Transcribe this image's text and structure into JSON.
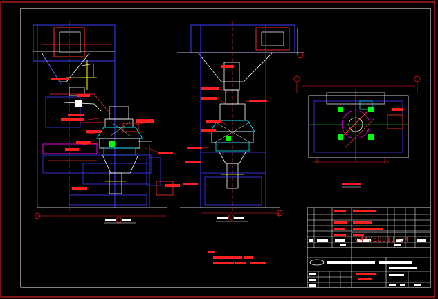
{
  "drawing": {
    "drawing_number": "04*0E0811-04",
    "scale_mark_left": "1",
    "scale_mark_right": "1",
    "colors": {
      "background": "#000000",
      "frame": "#ff2a2a",
      "outline": "#3b3bff",
      "equipment": "#ffffff",
      "annotation": "#ff2020",
      "centerline": "#ff4040",
      "highlight": "#00e5ff",
      "accent": "#ffff00",
      "module": "#00ff00",
      "tag": "#ff00ff"
    }
  }
}
